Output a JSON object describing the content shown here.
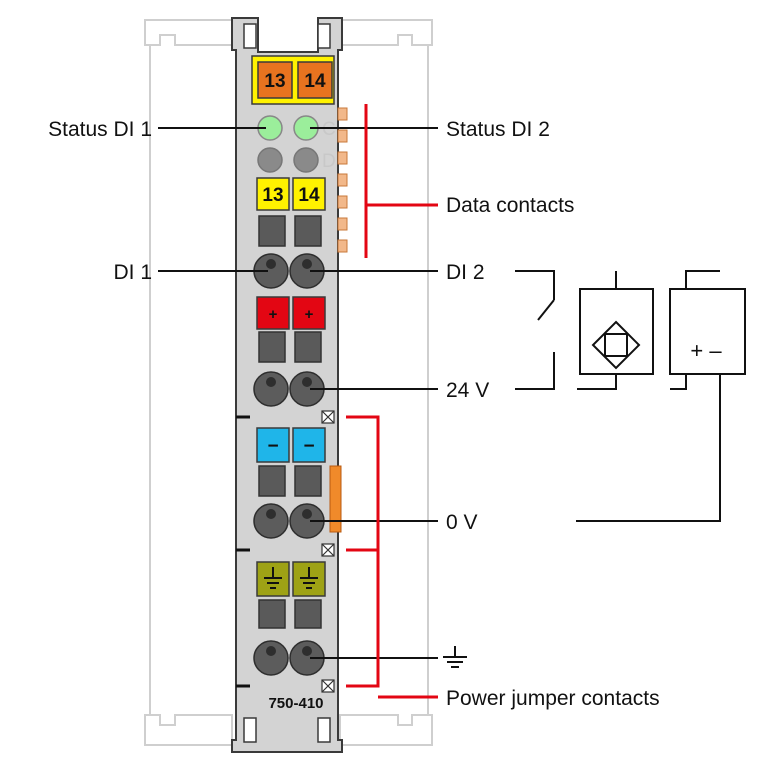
{
  "module": {
    "part_number": "750-410",
    "top_markers": [
      "13",
      "14"
    ],
    "channel_markers": [
      "13",
      "14"
    ],
    "plus_sign": "+",
    "minus_sign": "−",
    "led_letters": [
      "C",
      "D"
    ]
  },
  "labels": {
    "status_di1": "Status DI 1",
    "status_di2": "Status DI 2",
    "data_contacts": "Data contacts",
    "di1": "DI 1",
    "di2": "DI 2",
    "v24": "24 V",
    "v0": "0 V",
    "power_jumper_contacts": "Power jumper contacts"
  },
  "sensor": {
    "supply_symbols": "+ –"
  },
  "colors": {
    "marker_orange": "#e8731f",
    "marker_yellow": "#fff200",
    "plus_red": "#e30613",
    "minus_blue": "#1fb5e9",
    "ground_olive": "#9ea215",
    "led_green": "#9bee9b",
    "bracket_red": "#e30613",
    "housing_grey": "#d3d3d3"
  },
  "icons": [
    "ground-icon",
    "switch-icon",
    "proximity-sensor-icon"
  ]
}
